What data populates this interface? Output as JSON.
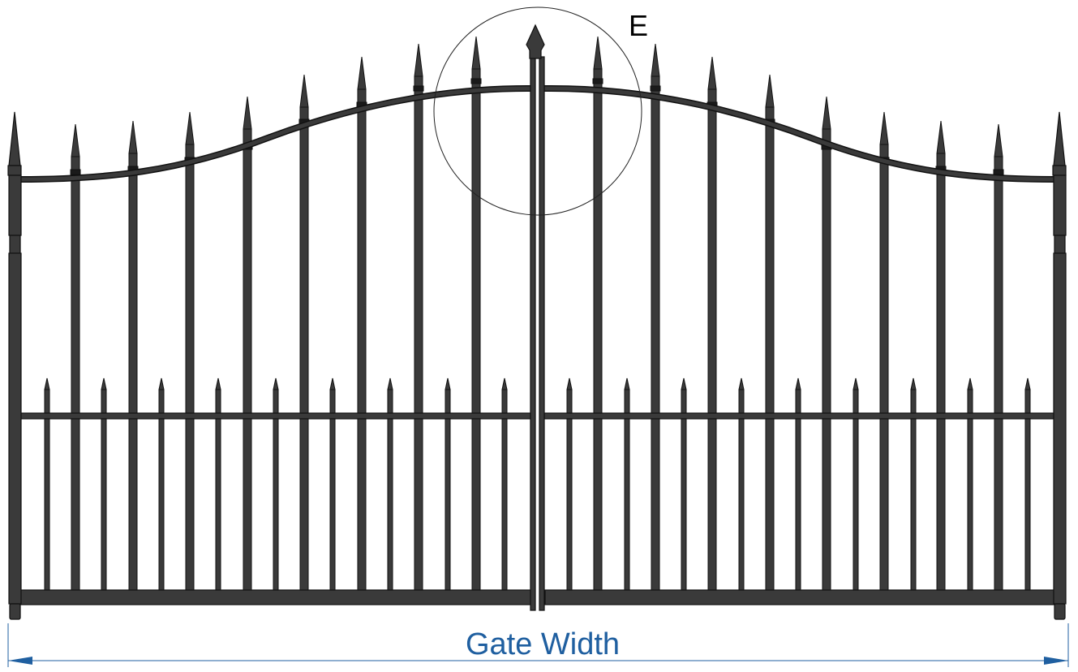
{
  "detail_callout": {
    "label": "E"
  },
  "dimension": {
    "label": "Gate Width",
    "color": "#1f5fa0"
  },
  "colors": {
    "steel": "#3a3a3a",
    "outline": "#111111",
    "background": "#ffffff"
  },
  "gate": {
    "type": "double-leaf arched spear-top gate",
    "leaves": 2,
    "tall_pickets_per_leaf": 9,
    "short_pickets_per_leaf": 9
  }
}
